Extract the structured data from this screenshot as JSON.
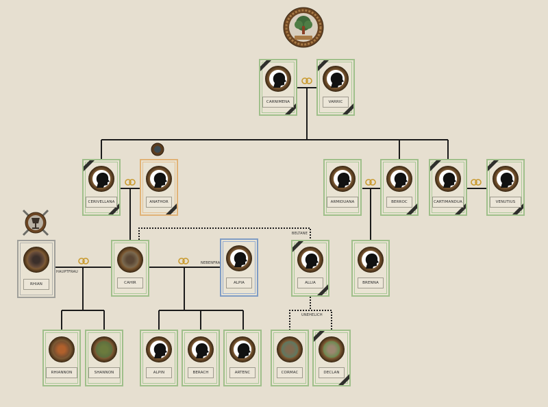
{
  "persons": {
    "carnimena": "CARNIMENA",
    "varric": "VARRIC",
    "cerivellana": "CERIVELLANA",
    "anathor": "ANATHOR",
    "armiduana": "ARMIDUANA",
    "berroc": "BERROC",
    "cartimandua": "CARTIMANDUA",
    "venutius": "VENUTIUS",
    "rhian": "RHIAN",
    "cahir": "CAHIR",
    "alpia": "ALPIA",
    "allia": "ALLIA",
    "brenna": "BRENNA",
    "rhiannon": "RHIANNON",
    "shannon": "SHANNON",
    "alpin": "ALPIN",
    "berach": "BERACH",
    "artenc": "ARTENC",
    "cormac": "CORMAC",
    "declan": "DECLAN"
  },
  "relations": {
    "hauptfrau": "HAUPTFRAU",
    "nebenfrau": "NEBENFRAU",
    "beltane": "BELTANE",
    "unehelich": "UNEHELICH"
  },
  "colors": {
    "background": "#e6dfd0",
    "card_green": "#9fbf8a",
    "card_orange": "#e0b276",
    "card_blue": "#7f9cc4",
    "card_grey": "#9f9f9a",
    "line": "#1a1a1a",
    "ring_gold": "#c99a2e"
  },
  "icons": {
    "emblem_top": "tree-of-life-emblem",
    "emblem_rhian": "crossed-swords-chalice-emblem",
    "emblem_anathor": "small-shield-emblem",
    "ring": "wedding-rings-icon",
    "ribbon": "mourning-ribbon",
    "portrait_placeholder": "head-silhouette-icon"
  }
}
